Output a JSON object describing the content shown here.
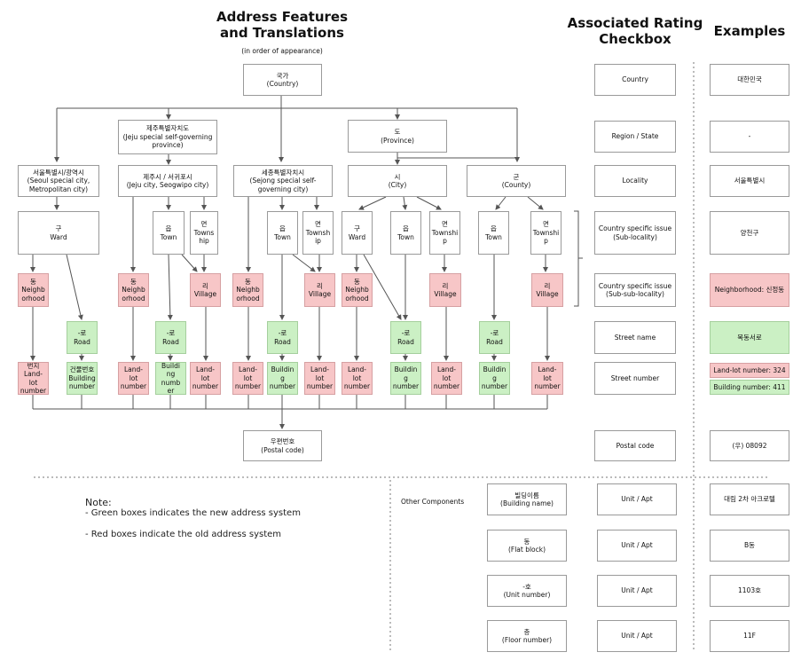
{
  "header": {
    "title": "Address Features\nand Translations",
    "subtitle": "(in order of appearance)",
    "rating_title": "Associated Rating\nCheckbox",
    "examples_title": "Examples"
  },
  "tree": {
    "country": "국가\n(Country)",
    "jeju": "제주특별자치도\n(Jeju special self-governing\nprovince)",
    "province": "도\n(Province)",
    "seoul": "서울특별시/광역시\n(Seoul special city,\nMetropolitan city)",
    "jeju_city": "제주시 / 서귀포시\n(Jeju city, Seogwipo city)",
    "sejong": "세종특별자치시\n(Sejong special self-\ngoverning city)",
    "city": "시\n(City)",
    "county": "군\n(County)",
    "ward1": "구\nWard",
    "town1": "읍\nTown",
    "township1": "면\nTowns\nhip",
    "town2": "읍\nTown",
    "township2": "면\nTownsh\nip",
    "ward2": "구\nWard",
    "town3": "읍\nTown",
    "township3": "면\nTownshi\np",
    "town4": "읍\nTown",
    "township4": "면\nTownshi\np",
    "neigh1": "동\nNeighb\norhood",
    "neigh2": "동\nNeighb\norhood",
    "village1": "리\nVillage",
    "neigh3": "동\nNeighb\norhood",
    "village2": "리\nVillage",
    "neigh4": "동\nNeighb\norhood",
    "village3": "리\nVillage",
    "village4": "리\nVillage",
    "road1": "-로\nRoad",
    "road2": "-로\nRoad",
    "road3": "-로\nRoad",
    "road4": "-로\nRoad",
    "road5": "-로\nRoad",
    "land1": "번지\nLand-\nlot\nnumber",
    "bld1": "건물번호\nBuilding\nnumber",
    "land2": "Land-\nlot\nnumber",
    "bld2": "Buildi\nng\nnumb\ner",
    "land3": "Land-\nlot\nnumber",
    "land4": "Land-\nlot\nnumber",
    "bld3": "Buildin\ng\nnumber",
    "land5": "Land-\nlot\nnumber",
    "land6": "Land-\nlot\nnumber",
    "bld4": "Buildin\ng\nnumber",
    "land7": "Land-\nlot\nnumber",
    "bld5": "Buildin\ng\nnumber",
    "land8": "Land-\nlot\nnumber",
    "postal": "우편번호\n(Postal code)"
  },
  "rating": [
    "Country",
    "Region / State",
    "Locality",
    "Country specific issue\n(Sub-locality)",
    "Country specific issue\n(Sub-sub-locality)",
    "Street name",
    "Street number",
    "Postal code"
  ],
  "examples": [
    "대한민국",
    "-",
    "서울특별시",
    "양천구",
    "Neighborhood: 신정동",
    "목동서로",
    "Land-lot number: 324",
    "Building number: 411",
    "(우) 08092"
  ],
  "note": {
    "title": "Note:",
    "green": "- Green boxes indicates the new address system",
    "red": "- Red boxes indicate the old address system"
  },
  "other": {
    "label": "Other Components",
    "components": [
      "빌딩이름\n(Building name)",
      "동\n(Flat block)",
      "-호\n(Unit number)",
      "층\n(Floor number)"
    ],
    "ratings": [
      "Unit / Apt",
      "Unit / Apt",
      "Unit / Apt",
      "Unit / Apt"
    ],
    "examples": [
      "대림 2차 아크로텔",
      "B동",
      "1103호",
      "11F"
    ]
  }
}
